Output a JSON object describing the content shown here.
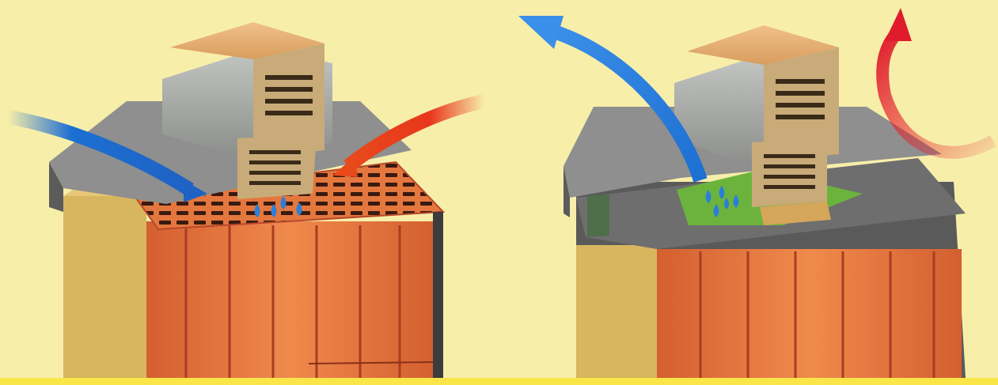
{
  "scene": {
    "background": "#f7eeaa",
    "bottom_band": "#fbe64a",
    "panels": [
      {
        "id": "left",
        "depiction": "window-sill-on-brick-wall",
        "state": "air-and-water-penetrate",
        "arrows": [
          {
            "color": "#1d6fd2",
            "direction": "into-joint"
          },
          {
            "color": "#e8361c",
            "direction": "into-joint"
          }
        ],
        "drop_count": 4,
        "insulation_color": "#d8b660"
      },
      {
        "id": "right",
        "depiction": "sealed-window-sill-on-brick-wall",
        "state": "air-deflected",
        "arrows": [
          {
            "color": "#1d6fd2",
            "direction": "deflected-up"
          },
          {
            "color": "#d8202a",
            "direction": "deflected-up"
          }
        ],
        "drop_count": 5,
        "membrane_color": "#6cb33e",
        "insulation_color": "#d8b660"
      }
    ],
    "colors": {
      "brick": "#e4773e",
      "brick_dark": "#b8482a",
      "sill_metal": "#8e8f8e",
      "wood": "#e9b37b",
      "frame_profile": "#c8ab78",
      "seal": "#a8aaa8",
      "mortar": "#6e6e6e",
      "water_drop": "#2a7fd8"
    }
  }
}
